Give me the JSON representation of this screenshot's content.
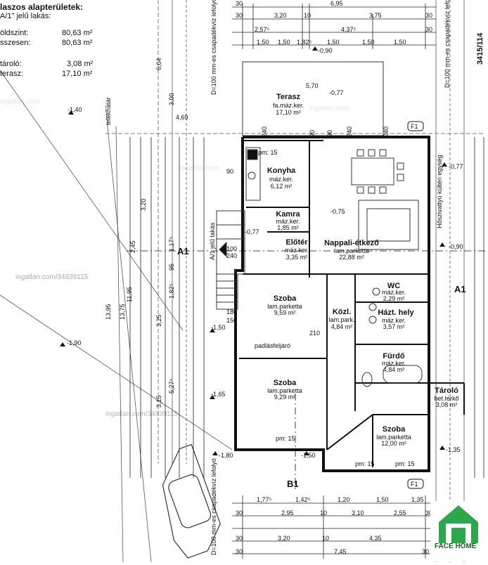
{
  "header": {
    "title": "laszos alapterületek:",
    "subtitle": "A/1\" jelű lakás:",
    "rows": [
      {
        "label": "öldszint:",
        "value": "80,63 m²"
      },
      {
        "label": "sszesen:",
        "value": "80,63 m²"
      },
      {
        "label": "tároló:",
        "value": "3,08 m²"
      },
      {
        "label": "terasz:",
        "value": "17,10 m²"
      }
    ]
  },
  "rooms": {
    "terasz": {
      "name": "Terasz",
      "floor": "fa.máz.ker.",
      "area": "17,10 m²"
    },
    "konyha": {
      "name": "Konyha",
      "floor": "máz.ker.",
      "area": "6,12 m²"
    },
    "kamra": {
      "name": "Kamra",
      "floor": "máz.ker.",
      "area": "1,85 m²"
    },
    "eloter": {
      "name": "Előtér",
      "floor": "máz.ker.",
      "area": "3,35 m²"
    },
    "nappali": {
      "name": "Nappali-étkező",
      "floor": "lam.parketta",
      "area": "22,88 m²"
    },
    "szoba1": {
      "name": "Szoba",
      "floor": "lam.parketta",
      "area": "9,59 m²"
    },
    "kozl": {
      "name": "Közl.",
      "floor": "lam.park.",
      "area": "4,84 m²"
    },
    "wc": {
      "name": "WC",
      "floor": "máz.ker.",
      "area": "2,29 m²"
    },
    "hazt": {
      "name": "Házt. hely",
      "floor": "máz.ker.",
      "area": "3,57 m²"
    },
    "furdo": {
      "name": "Fürdő",
      "floor": "máz.ker.",
      "area": "4,84 m²"
    },
    "szoba2": {
      "name": "Szoba",
      "floor": "lam.parketta",
      "area": "9,29 m²"
    },
    "szoba3": {
      "name": "Szoba",
      "floor": "lam.parketta",
      "area": "12,00 m²"
    },
    "tarolo": {
      "name": "Tároló",
      "floor": "bet.térkő",
      "area": "3,08 m²"
    }
  },
  "labels": {
    "padlas": "padlásfeljáró",
    "telekhatar": "telekhatár",
    "csapadek_top": "D=100 mm-es csapadékvíz lefolyó",
    "csapadek_right": "D=100 mm-es csapadékvíz lefolyó",
    "csapadek_bottom": "D=100 mm-es csapadékvíz lefolyó",
    "hoszivattyu": "Hőszivattyú kültéri egység",
    "lakas": "A/1 jelű lakás",
    "hrsz": "3415/114",
    "section_a": "A1",
    "section_b": "B1",
    "f1_top": "F1",
    "f1_bottom": "F1",
    "watermark_url": "ingatlan.com/34839115",
    "watermark": "ingatlan.com",
    "logo_text": "FACE HOME"
  },
  "dimensions": {
    "top_row1": [
      "30",
      "6,95"
    ],
    "top_row2": [
      "30",
      "3,20",
      "10",
      "3,75",
      "30"
    ],
    "top_row3": [
      "2,57⁵",
      "4,37⁵",
      "30"
    ],
    "top_row4": [
      "1,50",
      "1,50",
      "1,82⁵",
      "1,50",
      "1,50",
      "1,50"
    ],
    "terrace_w": "5,70",
    "left_dims": [
      "13,95",
      "13,75",
      "11,95",
      "3,20",
      "2,45",
      "3,25",
      "5,27⁵",
      "3,15",
      "3,00",
      "6,04",
      "4,69",
      "1,17⁵",
      "1,82⁵",
      "95"
    ],
    "bottom_row1": [
      "1,77⁵",
      "1,42⁵",
      "1,20",
      "1,50",
      "1,35"
    ],
    "bottom_row2": [
      "30",
      "2,95",
      "10",
      "3,10",
      "2,55",
      "30"
    ],
    "bottom_row3": [
      "30",
      "3,20",
      "10",
      "4,35"
    ],
    "bottom_row4": [
      "30",
      "7,45",
      "30"
    ],
    "window_marks": [
      "240",
      "90",
      "240",
      "90",
      "240",
      "90",
      "150",
      "180",
      "210",
      "100",
      "240"
    ],
    "pm15": "pm: 15"
  },
  "levels": [
    "-1,40",
    "-1,50",
    "-1,90",
    "-1,65",
    "-1,80",
    "-1,50",
    "-0,90",
    "-0,77",
    "-0,75",
    "-0,77",
    "-0,77",
    "-0,90",
    "-1,35"
  ]
}
